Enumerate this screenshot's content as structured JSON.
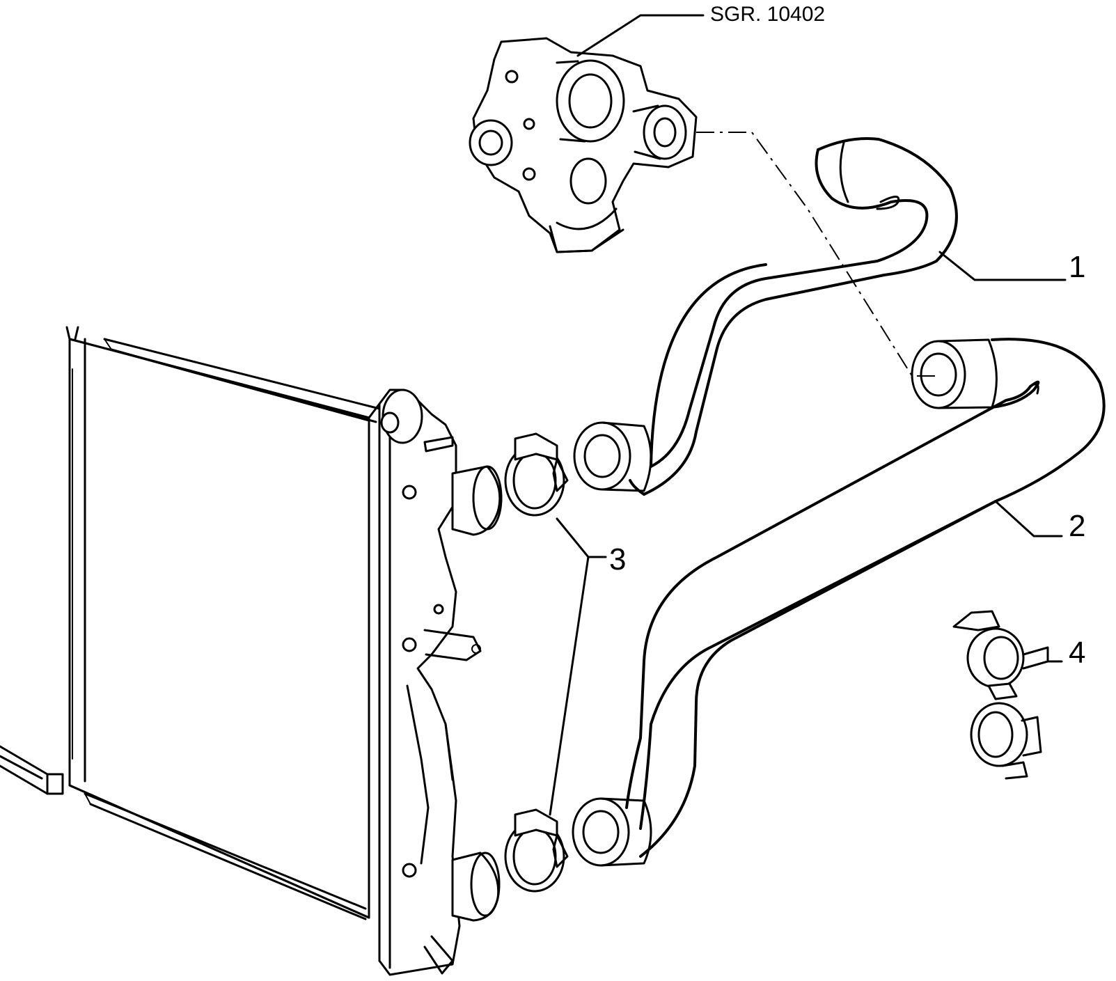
{
  "diagram": {
    "reference_label": "SGR. 10402",
    "callouts": [
      {
        "number": "1",
        "part": "upper-radiator-hose"
      },
      {
        "number": "2",
        "part": "lower-radiator-hose"
      },
      {
        "number": "3",
        "part": "hose-clamp"
      },
      {
        "number": "4",
        "part": "double-hose-clip"
      }
    ],
    "colors": {
      "line": "#000000",
      "background": "#ffffff"
    }
  }
}
